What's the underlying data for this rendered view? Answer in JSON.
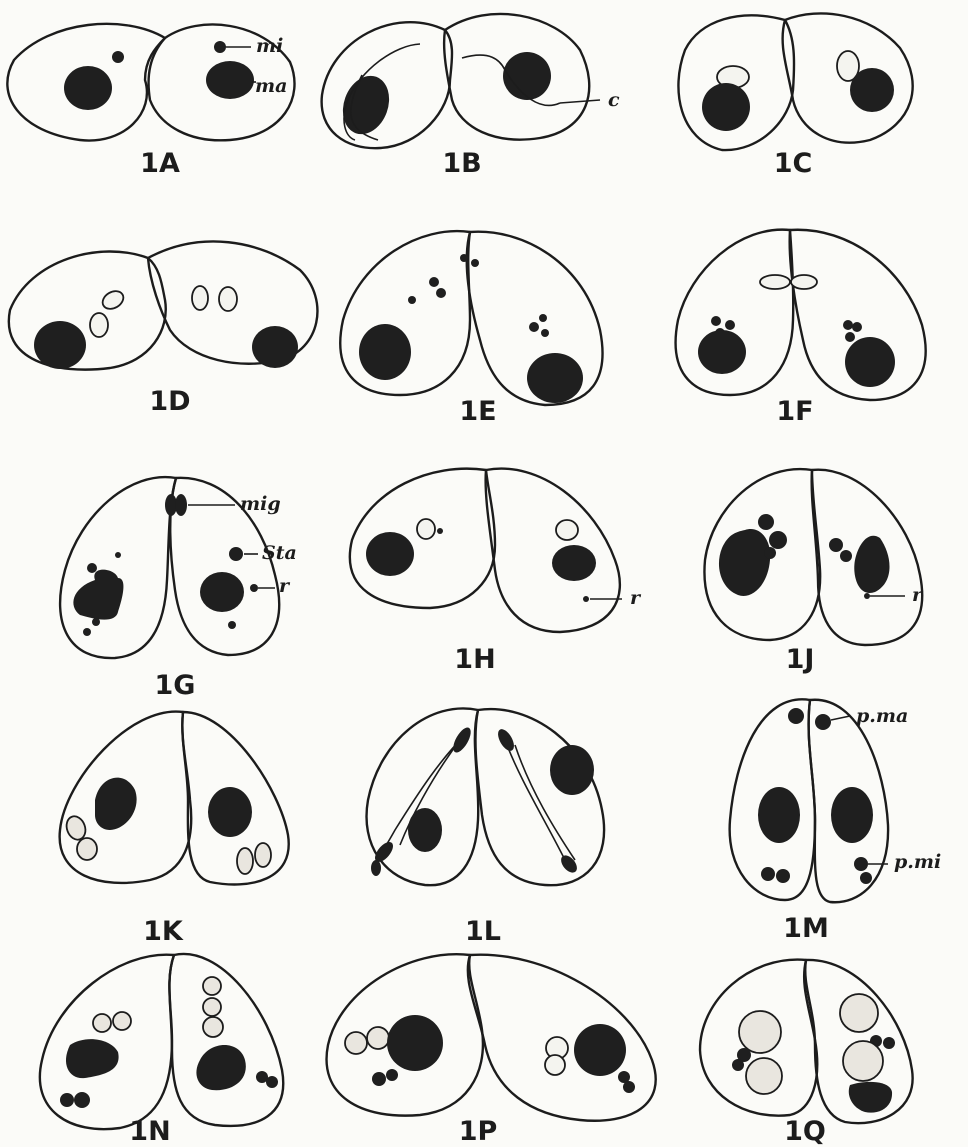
{
  "figures": [
    {
      "caption": "1A",
      "labels": [
        "mi",
        "ma"
      ]
    },
    {
      "caption": "1B",
      "labels": [
        "c"
      ]
    },
    {
      "caption": "1C",
      "labels": []
    },
    {
      "caption": "1D",
      "labels": []
    },
    {
      "caption": "1E",
      "labels": []
    },
    {
      "caption": "1F",
      "labels": []
    },
    {
      "caption": "1G",
      "labels": [
        "mig",
        "Sta",
        "r"
      ]
    },
    {
      "caption": "1H",
      "labels": [
        "r"
      ]
    },
    {
      "caption": "1J",
      "labels": [
        "r"
      ]
    },
    {
      "caption": "1K",
      "labels": []
    },
    {
      "caption": "1L",
      "labels": []
    },
    {
      "caption": "1M",
      "labels": [
        "p.ma",
        "p.mi"
      ]
    },
    {
      "caption": "1N",
      "labels": []
    },
    {
      "caption": "1P",
      "labels": []
    },
    {
      "caption": "1Q",
      "labels": []
    }
  ]
}
